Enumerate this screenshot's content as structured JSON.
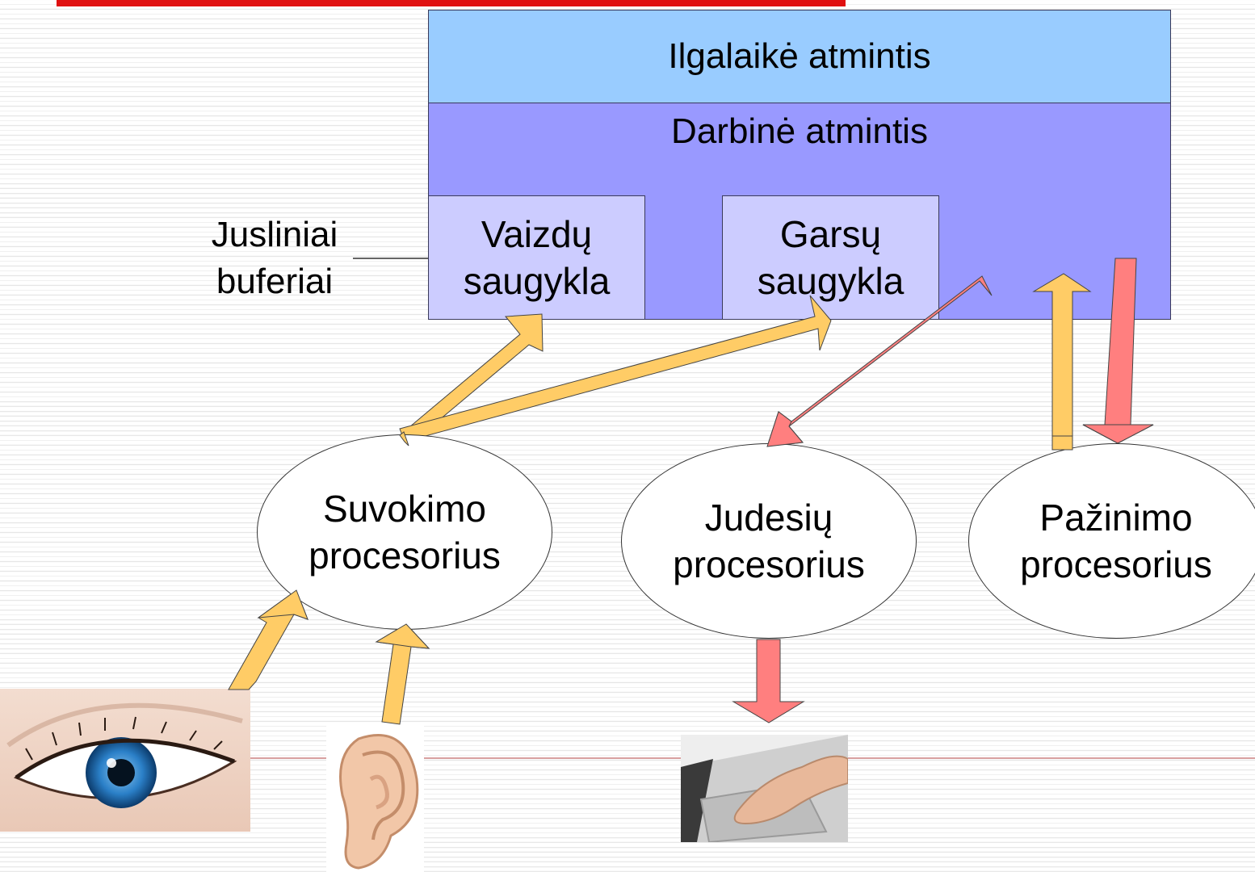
{
  "blocks": {
    "long_term_memory": "Ilgalaikė atmintis",
    "working_memory": "Darbinė atmintis",
    "visual_store": {
      "line1": "Vaizdų",
      "line2": "saugykla"
    },
    "auditory_store": {
      "line1": "Garsų",
      "line2": "saugykla"
    },
    "sensory_buffers": {
      "line1": "Jusliniai",
      "line2": "buferiai"
    }
  },
  "processors": {
    "perceptual": {
      "line1": "Suvokimo",
      "line2": "procesorius"
    },
    "motor": {
      "line1": "Judesių",
      "line2": "procesorius"
    },
    "cognitive": {
      "line1": "Pažinimo",
      "line2": "procesorius"
    }
  },
  "icons": {
    "eye": "eye-icon",
    "ear": "ear-icon",
    "hand": "hand-on-touchpad-icon"
  },
  "colors": {
    "long_term_memory": "#99ccff",
    "working_memory": "#9999ff",
    "stores": "#ccccff",
    "input_arrow": "#ffcc66",
    "output_arrow": "#ff7f7f",
    "title_rule": "#e01010"
  }
}
